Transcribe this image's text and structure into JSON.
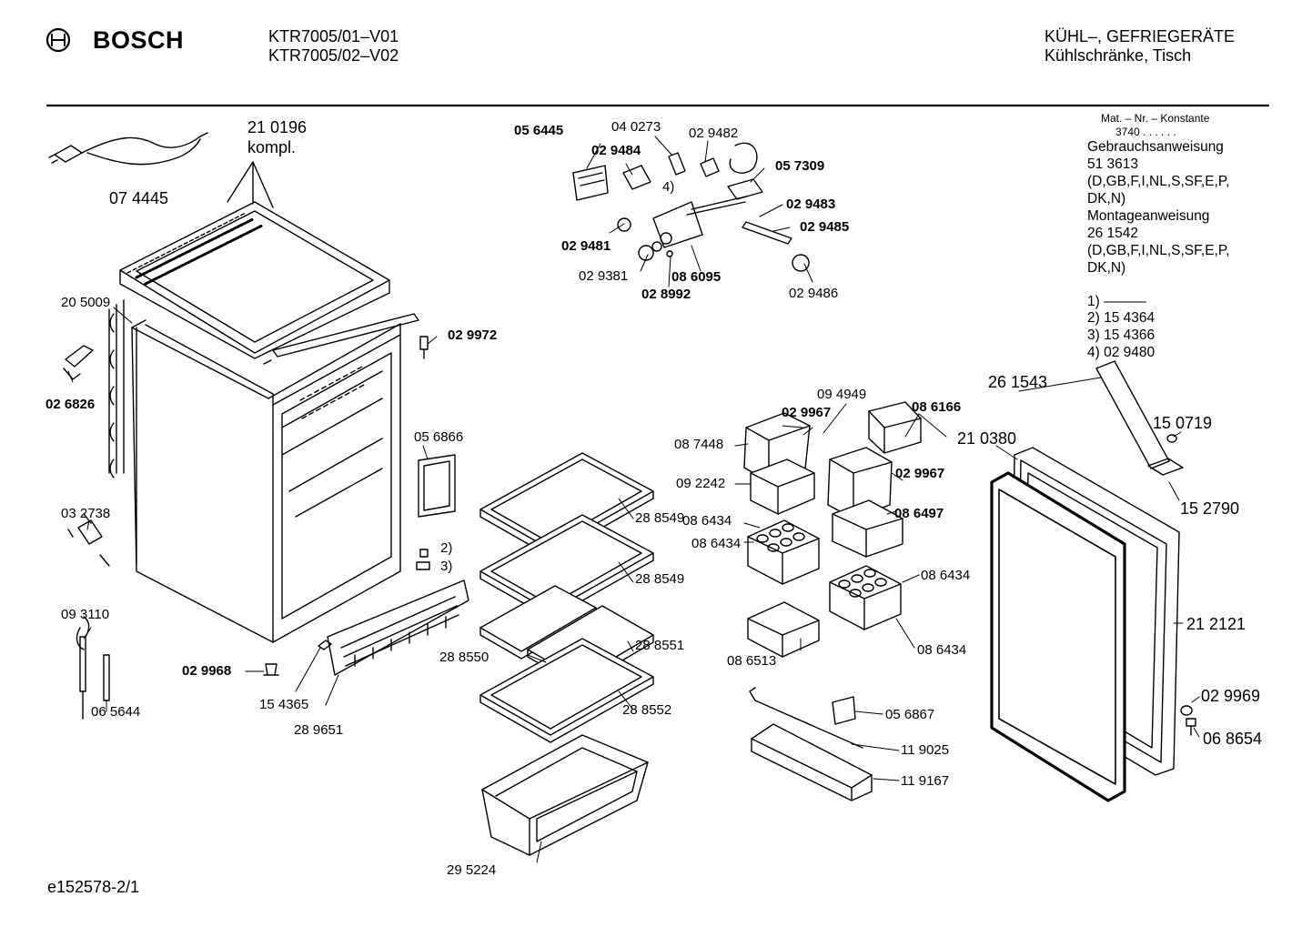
{
  "header": {
    "brand": "BOSCH",
    "models": [
      "KTR7005/01–V01",
      "KTR7005/02–V02"
    ],
    "category": "KÜHL–, GEFRIEGERÄTE",
    "subcategory": "Kühlschränke, Tisch"
  },
  "sidebar": {
    "mat_heading": "Mat. – Nr. – Konstante",
    "mat_value": "3740 . . . . . .",
    "lines": [
      "Gebrauchsanweisung",
      "51 3613",
      "(D,GB,F,I,NL,S,SF,E,P,",
      "DK,N)",
      "Montageanweisung",
      "26 1542",
      "(D,GB,F,I,NL,S,SF,E,P,",
      "DK,N)"
    ],
    "footnotes": [
      "1) ———",
      "2)  15 4364",
      "3)  15 4366",
      "4)  02 9480"
    ]
  },
  "parts": {
    "p210196": "21 0196",
    "kompl": "kompl.",
    "p074445": "07 4445",
    "p205009": "20 5009",
    "p026826": "02 6826",
    "p032738": "03 2738",
    "p093110": "09 3110",
    "p065644": "06 5644",
    "p029968": "02 9968",
    "p154365": "15 4365",
    "p289651": "28 9651",
    "p056866": "05 6866",
    "p029972": "02 9972",
    "fn2": "2)",
    "fn3": "3)",
    "p056445": "05 6445",
    "p040273": "04 0273",
    "p029482": "02 9482",
    "p029484": "02 9484",
    "p057309": "05 7309",
    "fn4": "4)",
    "p029483": "02 9483",
    "p029485": "02 9485",
    "p029481": "02 9481",
    "p029381": "02 9381",
    "p028992": "02 8992",
    "p086095": "08 6095",
    "p029486": "02 9486",
    "p288549a": "28 8549",
    "p288549b": "28 8549",
    "p288550": "28 8550",
    "p288551": "28 8551",
    "p288552": "28 8552",
    "p295224": "29 5224",
    "p094949": "09 4949",
    "p029967a": "02 9967",
    "p086166": "08 6166",
    "p087448": "08 7448",
    "p092242": "09 2242",
    "p029967b": "02 9967",
    "p086497": "08 6497",
    "p086434a": "08 6434",
    "p086434b": "08 6434",
    "p086434c": "08 6434",
    "p086434d": "08 6434",
    "p086513": "08 6513",
    "p056867": "05 6867",
    "p119025": "11 9025",
    "p119167": "11 9167",
    "p261543": "26 1543",
    "p150719": "15 0719",
    "p210380": "21 0380",
    "p152790": "15 2790",
    "p212121": "21 2121",
    "p029969": "02 9969",
    "p068654": "06 8654"
  },
  "footer": {
    "code": "e152578-2/1"
  }
}
